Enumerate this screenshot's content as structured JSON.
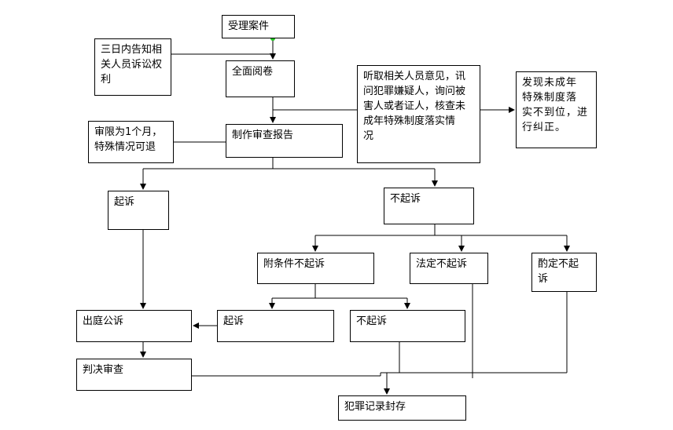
{
  "flowchart": {
    "nodes": {
      "accept_case": "受理案件",
      "notify_rights": "三日内告知相\n关人员诉讼权\n利",
      "review_file": "全面阅卷",
      "hear_opinions": "听取相关人员意见，讯\n问犯罪嫌疑人，询问被\n害人或者证人，核查未\n成年特殊制度落实情\n况",
      "correct": "发现未成年\n特殊制度落\n实不到位，进\n行纠正。",
      "time_limit": "审限为1个月，\n特殊情况可退",
      "make_report": "制作审查报告",
      "prosecute": "起诉",
      "not_prosecute": "不起诉",
      "conditional": "附条件不起诉",
      "statutory": "法定不起诉",
      "discretionary": "酌定不起\n诉",
      "court_prosecution": "出庭公诉",
      "prosecute_2": "起诉",
      "not_prosecute_2": "不起诉",
      "judgment_review": "判决审查",
      "record_sealing": "犯罪记录封存"
    }
  }
}
